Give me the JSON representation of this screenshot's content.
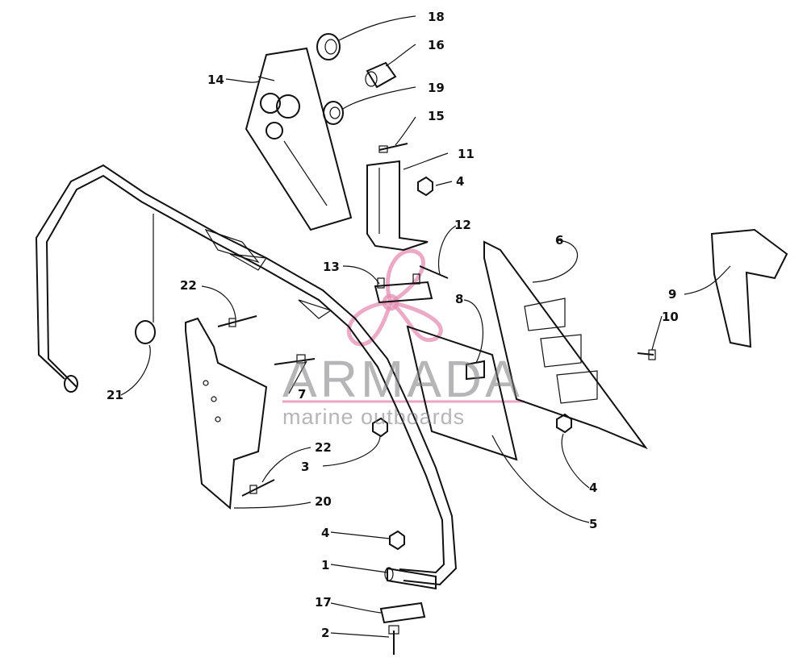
{
  "watermark": {
    "brand": "ARMADA",
    "tagline": "marine outboards",
    "logo_color": "#e48fb3",
    "text_color": "#7a7a80"
  },
  "labels": {
    "l18": "18",
    "l16": "16",
    "l14": "14",
    "l19": "19",
    "l15": "15",
    "l11": "11",
    "l4a": "4",
    "l12": "12",
    "l6": "6",
    "l13": "13",
    "l9": "9",
    "l22a": "22",
    "l8": "8",
    "l10": "10",
    "l21": "21",
    "l7": "7",
    "l3": "3",
    "l22b": "22",
    "l4b": "4",
    "l20": "20",
    "l5": "5",
    "l4c": "4",
    "l1": "1",
    "l17": "17",
    "l2": "2"
  }
}
